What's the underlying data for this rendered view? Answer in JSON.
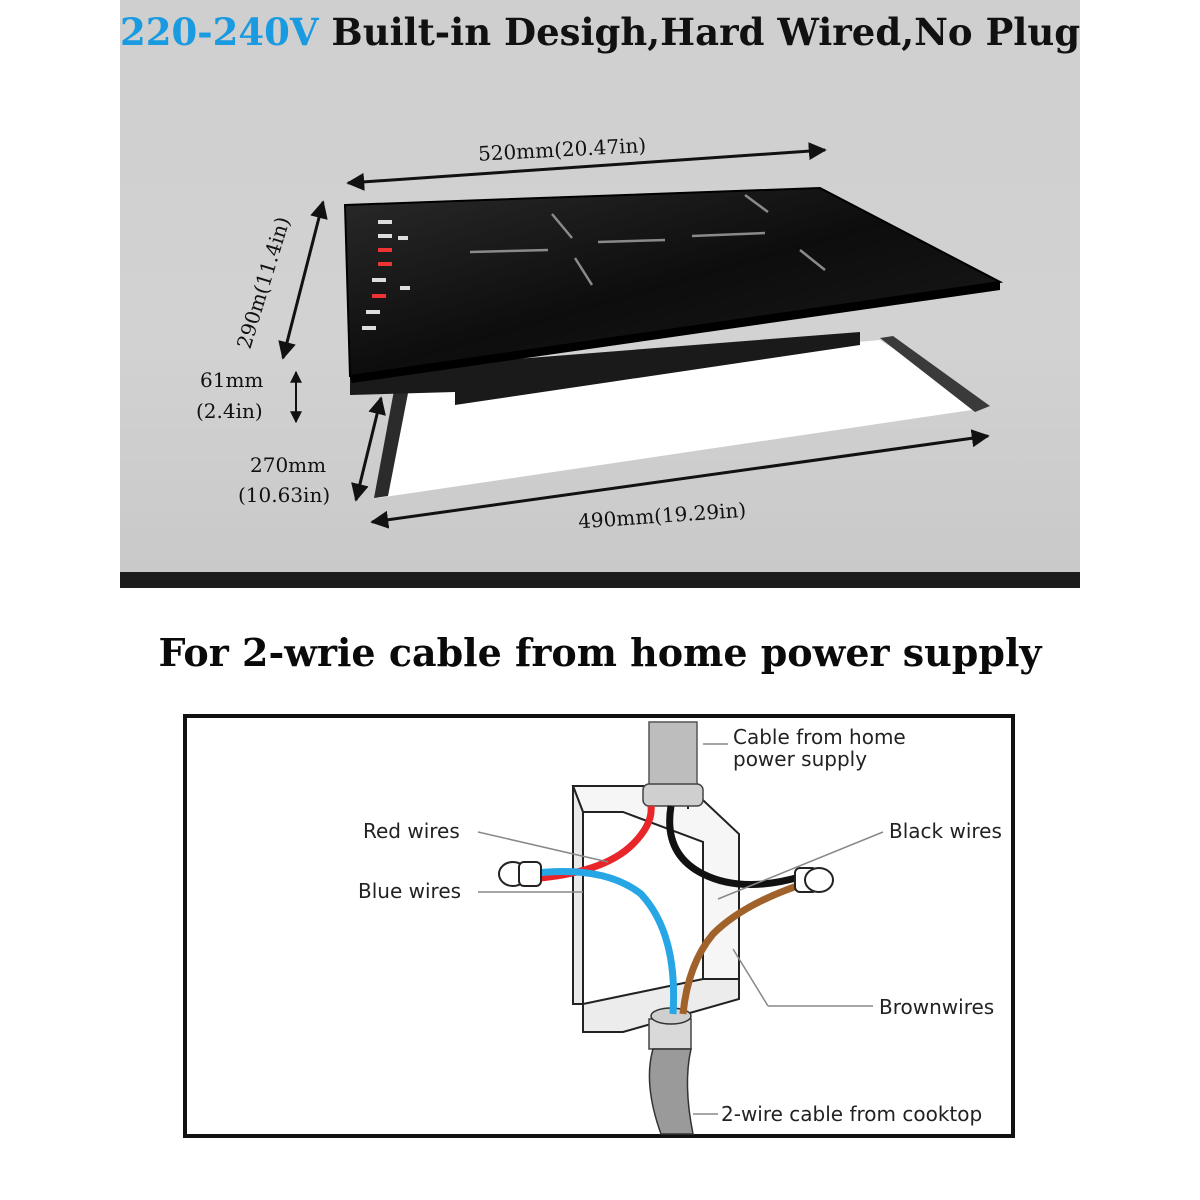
{
  "top_heading": {
    "voltage": "220-240V",
    "rest": " Built-in Desigh,Hard Wired,No Plug"
  },
  "dimensions": {
    "top_width": "520mm(20.47in)",
    "depth": "290m(11.4in)",
    "height_mm": "61mm",
    "height_in": "(2.4in)",
    "cutout_depth_mm": "270mm",
    "cutout_depth_in": "(10.63in)",
    "cutout_width": "490mm(19.29in)"
  },
  "middle_heading": "For 2-wrie cable from home power supply",
  "wiring": {
    "cable_home_line1": "Cable from home",
    "cable_home_line2": "power supply",
    "red_wires": "Red  wires",
    "blue_wires": "Blue  wires",
    "black_wires": "Black wires",
    "brown_wires": "Brownwires",
    "cooktop_cable": "2-wire cable from cooktop"
  },
  "colors": {
    "voltage_blue": "#1a9ae0",
    "red_wire": "#e8262a",
    "blue_wire": "#27a6e6",
    "black_wire": "#111111",
    "brown_wire": "#a0612b"
  }
}
